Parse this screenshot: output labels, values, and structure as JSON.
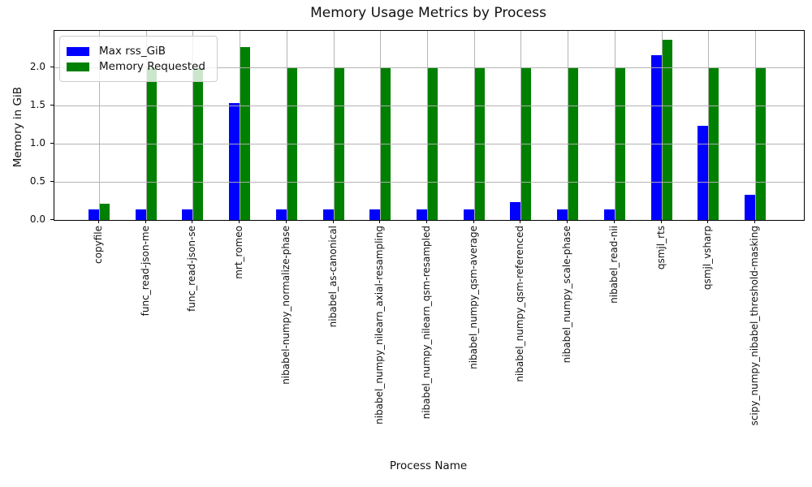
{
  "chart_data": {
    "type": "bar",
    "title": "Memory Usage Metrics by Process",
    "xlabel": "Process Name",
    "ylabel": "Memory in GiB",
    "categories": [
      "copyfile",
      "func_read-json-me",
      "func_read-json-se",
      "mrt_romeo",
      "nibabel-numpy_normalize-phase",
      "nibabel_as-canonical",
      "nibabel_numpy_nilearn_axial-resampling",
      "nibabel_numpy_nilearn_qsm-resampled",
      "nibabel_numpy_qsm-average",
      "nibabel_numpy_qsm-referenced",
      "nibabel_numpy_scale-phase",
      "nibabel_read-nii",
      "qsmjl_rts",
      "qsmjl_vsharp",
      "scipy_numpy_nibabel_threshold-masking"
    ],
    "series": [
      {
        "name": "Max rss_GiB",
        "color": "#0000ff",
        "values": [
          0.14,
          0.14,
          0.14,
          1.53,
          0.14,
          0.14,
          0.14,
          0.14,
          0.14,
          0.24,
          0.14,
          0.14,
          2.16,
          1.24,
          0.33
        ]
      },
      {
        "name": "Memory Requested",
        "color": "#008000",
        "values": [
          0.21,
          2.0,
          2.0,
          2.27,
          2.0,
          2.0,
          2.0,
          2.0,
          2.0,
          2.0,
          2.0,
          2.0,
          2.36,
          2.0,
          2.0
        ]
      }
    ],
    "ylim": [
      0,
      2.48
    ],
    "yticks": [
      0,
      0.5,
      1.0,
      1.5,
      2.0
    ],
    "ytick_labels": [
      "0.0",
      "0.5",
      "1.0",
      "1.5",
      "2.0"
    ],
    "grid": true,
    "legend_position": "upper left",
    "colors": {
      "grid": "#b0b0b0",
      "spine": "#000000",
      "text": "#111111",
      "background": "#ffffff"
    }
  }
}
